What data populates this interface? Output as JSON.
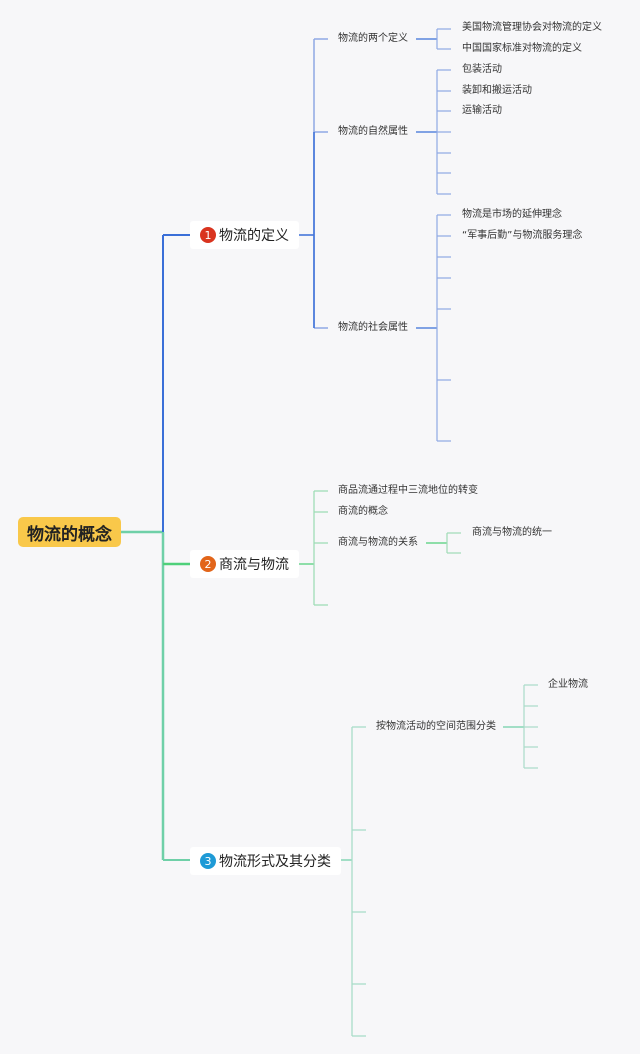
{
  "root": {
    "label": "物流的概念",
    "color": "#f9c84a"
  },
  "colors": {
    "blue": "#3a6fd8",
    "blue_light": "#8fa9e4",
    "green": "#4fd07a",
    "green_light": "#9fdcb6",
    "teal": "#6fd0a8",
    "teal_light": "#a9dcc8"
  },
  "branches": [
    {
      "number": "1",
      "badge_color": "#d9341f",
      "label": "物流的定义",
      "children": [
        {
          "label": "物流的两个定义",
          "children": [
            "美国物流管理协会对物流的定义",
            "中国国家标准对物流的定义"
          ]
        },
        {
          "label": "物流的自然属性",
          "children": [
            "包装活动",
            "装卸和搬运活动",
            "运输活动",
            "",
            "",
            "",
            ""
          ]
        },
        {
          "label": "物流的社会属性",
          "children": [
            "物流是市场的延伸理念",
            "“军事后勤”与物流服务理念",
            "",
            "",
            "",
            "",
            ""
          ]
        }
      ]
    },
    {
      "number": "2",
      "badge_color": "#e2651a",
      "label": "商流与物流",
      "children": [
        {
          "label": "商品流通过程中三流地位的转变",
          "children": []
        },
        {
          "label": "商流的概念",
          "children": []
        },
        {
          "label": "商流与物流的关系",
          "children": [
            "商流与物流的统一",
            ""
          ]
        },
        {
          "label": "",
          "children": []
        }
      ]
    },
    {
      "number": "3",
      "badge_color": "#1e9ad6",
      "label": "物流形式及其分类",
      "children": [
        {
          "label": "按物流活动的空间范围分类",
          "children": [
            "企业物流",
            "",
            "",
            "",
            ""
          ]
        },
        {
          "label": "",
          "children": []
        },
        {
          "label": "",
          "children": []
        },
        {
          "label": "",
          "children": []
        },
        {
          "label": "",
          "children": []
        }
      ]
    }
  ]
}
